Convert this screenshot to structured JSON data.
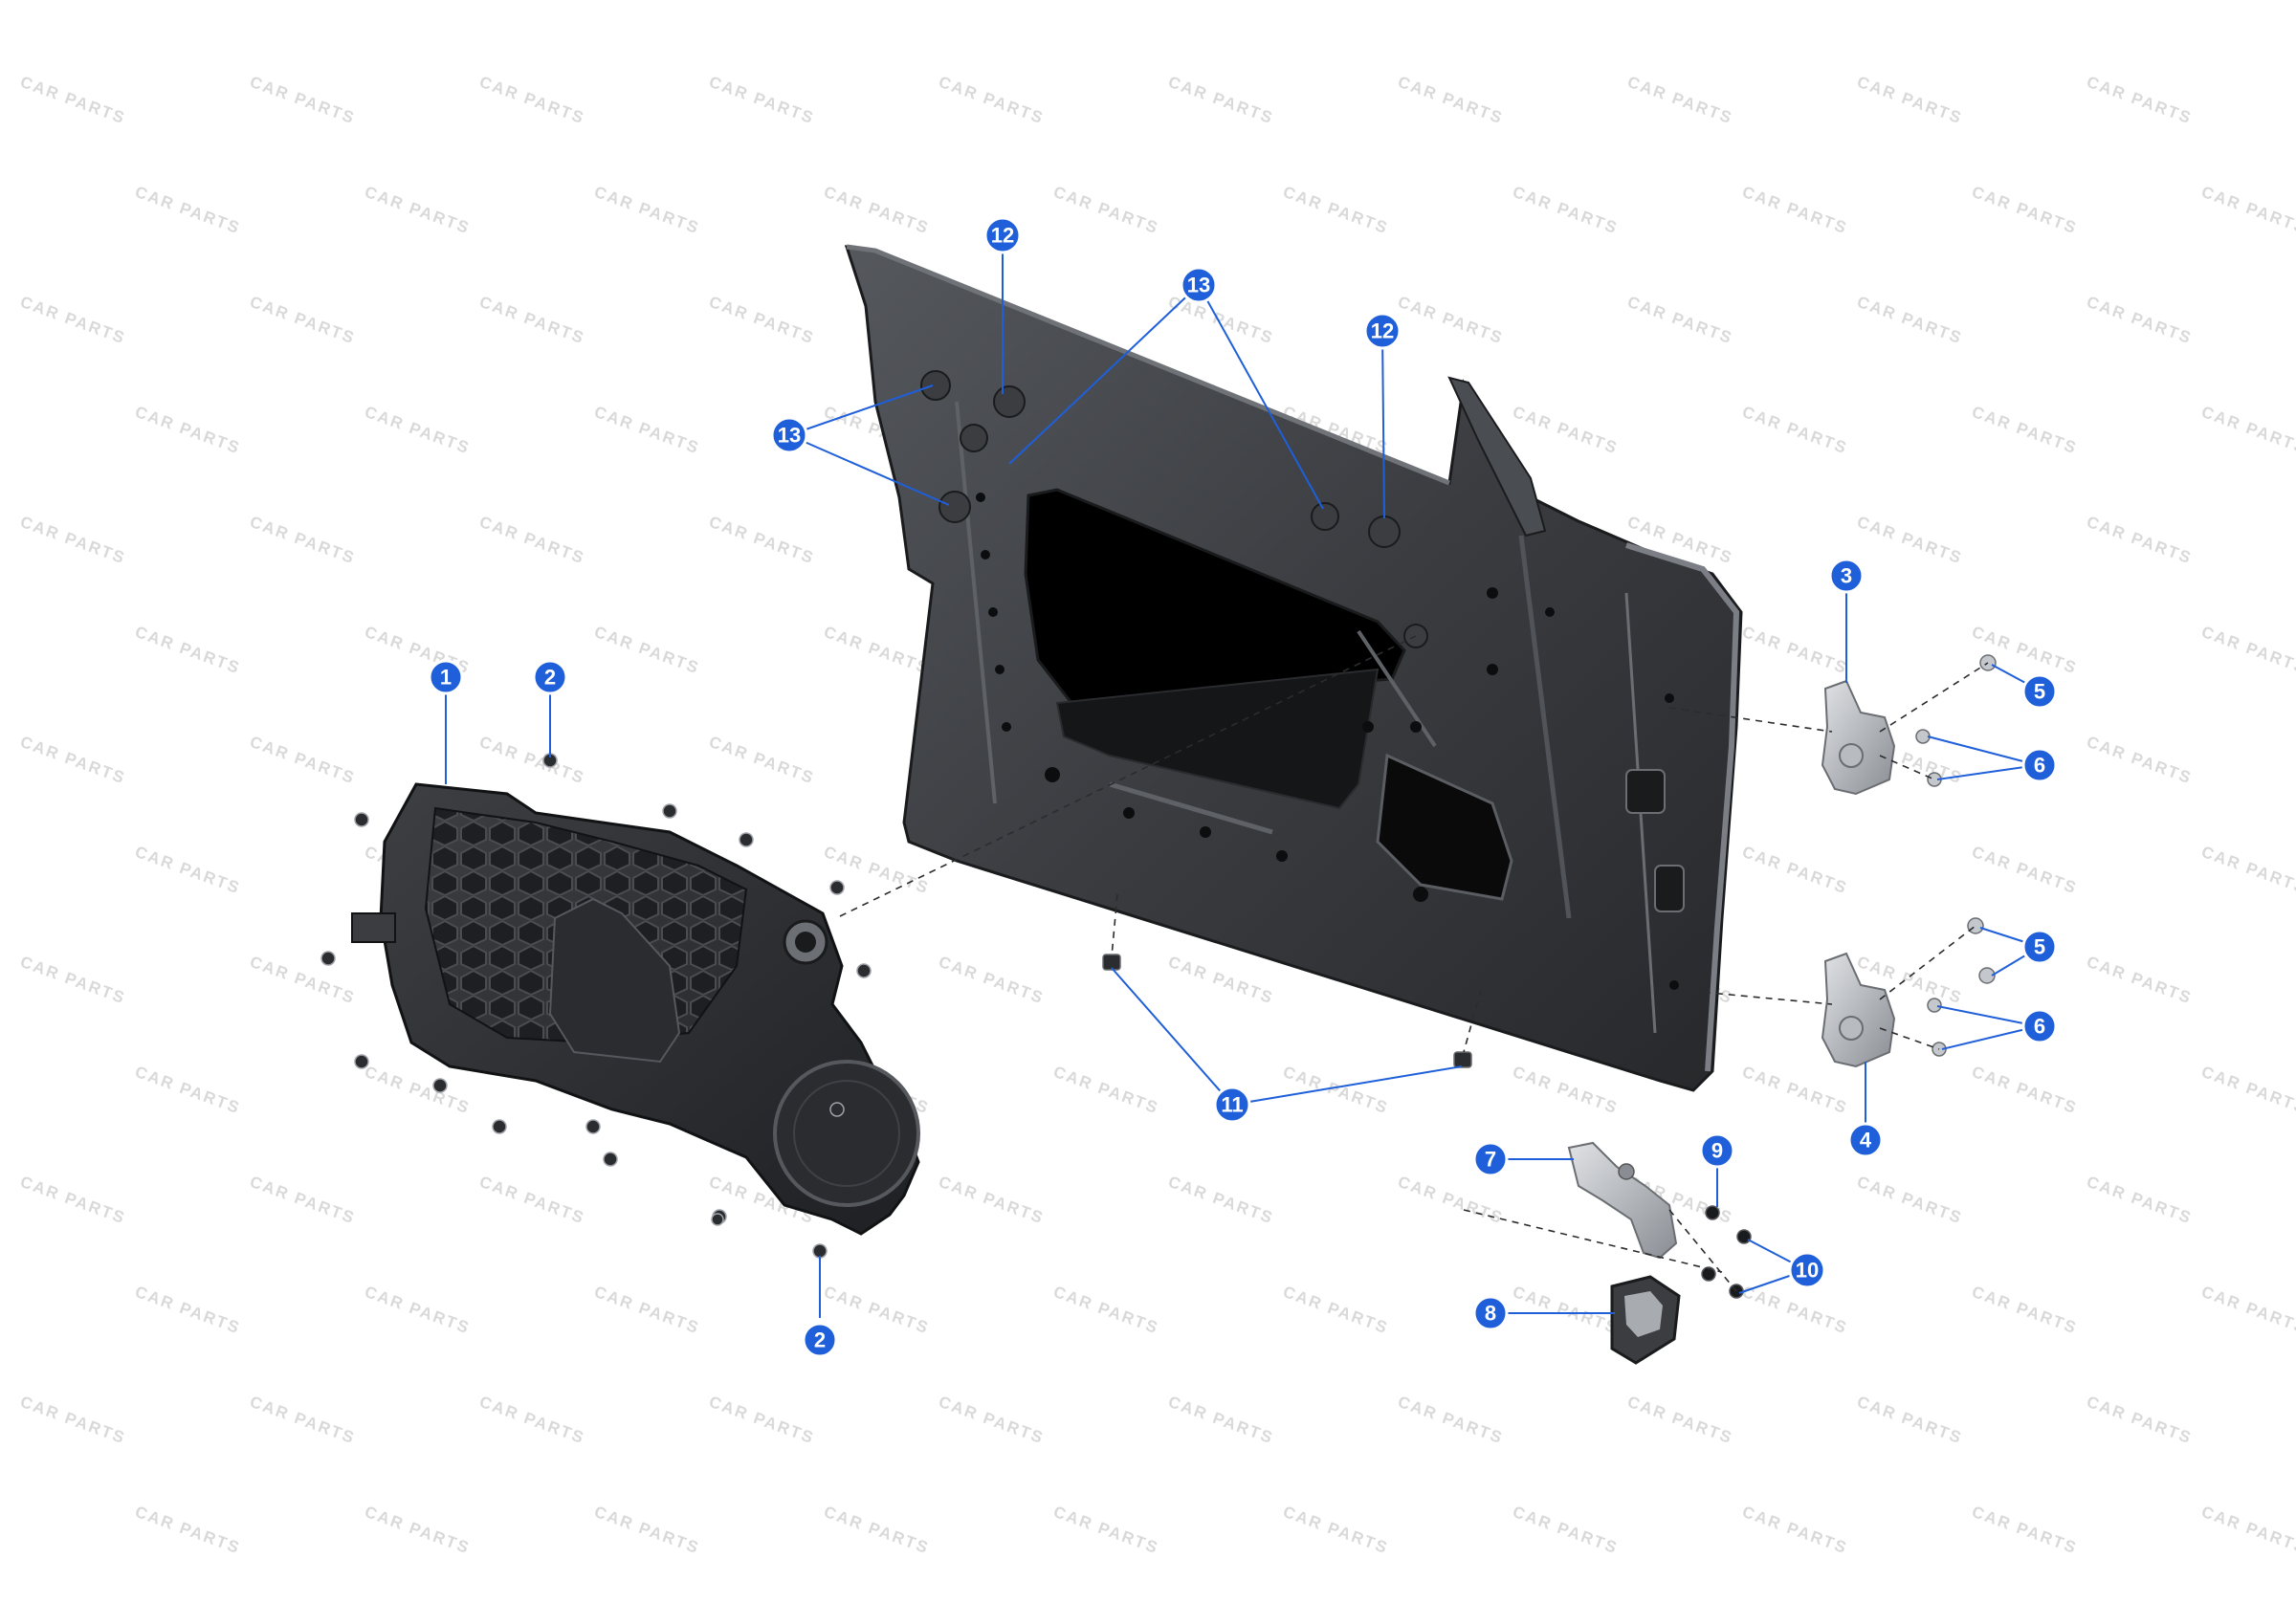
{
  "watermark": {
    "text": "CAR PARTS",
    "color": "#d9d9d9"
  },
  "colors": {
    "callout_fill": "#1f5fd9",
    "callout_ring": "#ffffff",
    "leader_line": "#1f5fd9",
    "part_dark": "#2b2d30",
    "part_mid": "#4a4d52",
    "hardware": "#9ea2a8"
  },
  "parts": [
    {
      "id": "p1",
      "number": "1",
      "depicts": "door-trim-carrier-panel"
    },
    {
      "id": "p2a",
      "number": "2",
      "depicts": "screw"
    },
    {
      "id": "p2b",
      "number": "2",
      "depicts": "screw"
    },
    {
      "id": "p3",
      "number": "3",
      "depicts": "upper-door-hinge"
    },
    {
      "id": "p4",
      "number": "4",
      "depicts": "lower-door-hinge"
    },
    {
      "id": "p5a",
      "number": "5",
      "depicts": "hinge-bolt"
    },
    {
      "id": "p5b",
      "number": "5",
      "depicts": "hinge-bolt"
    },
    {
      "id": "p6a",
      "number": "6",
      "depicts": "hinge-bolt"
    },
    {
      "id": "p6b",
      "number": "6",
      "depicts": "hinge-bolt"
    },
    {
      "id": "p7",
      "number": "7",
      "depicts": "door-check-strap"
    },
    {
      "id": "p8",
      "number": "8",
      "depicts": "grommet"
    },
    {
      "id": "p9",
      "number": "9",
      "depicts": "screw"
    },
    {
      "id": "p10",
      "number": "10",
      "depicts": "nut"
    },
    {
      "id": "p11",
      "number": "11",
      "depicts": "bump-stop"
    },
    {
      "id": "p12a",
      "number": "12",
      "depicts": "plug"
    },
    {
      "id": "p12b",
      "number": "12",
      "depicts": "plug"
    },
    {
      "id": "p13a",
      "number": "13",
      "depicts": "plug"
    },
    {
      "id": "p13b",
      "number": "13",
      "depicts": "plug"
    }
  ]
}
